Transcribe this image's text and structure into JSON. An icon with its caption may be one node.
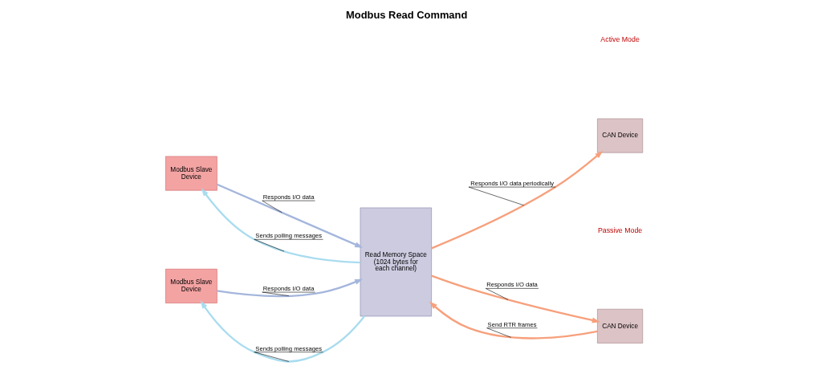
{
  "diagram": {
    "title": "Modbus Read Command",
    "nodes": [
      {
        "text": [
          "Modbus Slave Device"
        ]
      },
      {
        "text": [
          "Modbus Slave Device"
        ]
      },
      {
        "text": [
          "Read Memory Space (1024 bytes for each channel)"
        ]
      },
      {
        "text": [
          "CAN Device"
        ]
      },
      {
        "text": [
          "CAN Device"
        ]
      }
    ],
    "edges": [
      {
        "from": 2,
        "to": 0,
        "arrow": "to",
        "label": "Sends polling messages",
        "color": "#a9dcef"
      },
      {
        "from": 0,
        "to": 2,
        "arrow": "to",
        "label": "Responds I/O data",
        "color": "#a4b6dc"
      },
      {
        "from": 2,
        "to": 1,
        "arrow": "to",
        "label": "Sends polling messages",
        "color": "#a9dcef"
      },
      {
        "from": 1,
        "to": 2,
        "arrow": "to",
        "label": "Responds I/O data",
        "color": "#a4b6dc"
      },
      {
        "from": 2,
        "to": 3,
        "arrow": "to",
        "label": "Responds I/O data periodically",
        "color": "#f7a07c"
      },
      {
        "from": 4,
        "to": 2,
        "arrow": "to",
        "label": "Send RTR frames",
        "color": "#f7a07c"
      },
      {
        "from": 2,
        "to": 4,
        "arrow": "to",
        "label": "Responds I/O data",
        "color": "#f7a07c"
      }
    ],
    "labels": [
      "Active Mode",
      "Passive Mode"
    ]
  }
}
